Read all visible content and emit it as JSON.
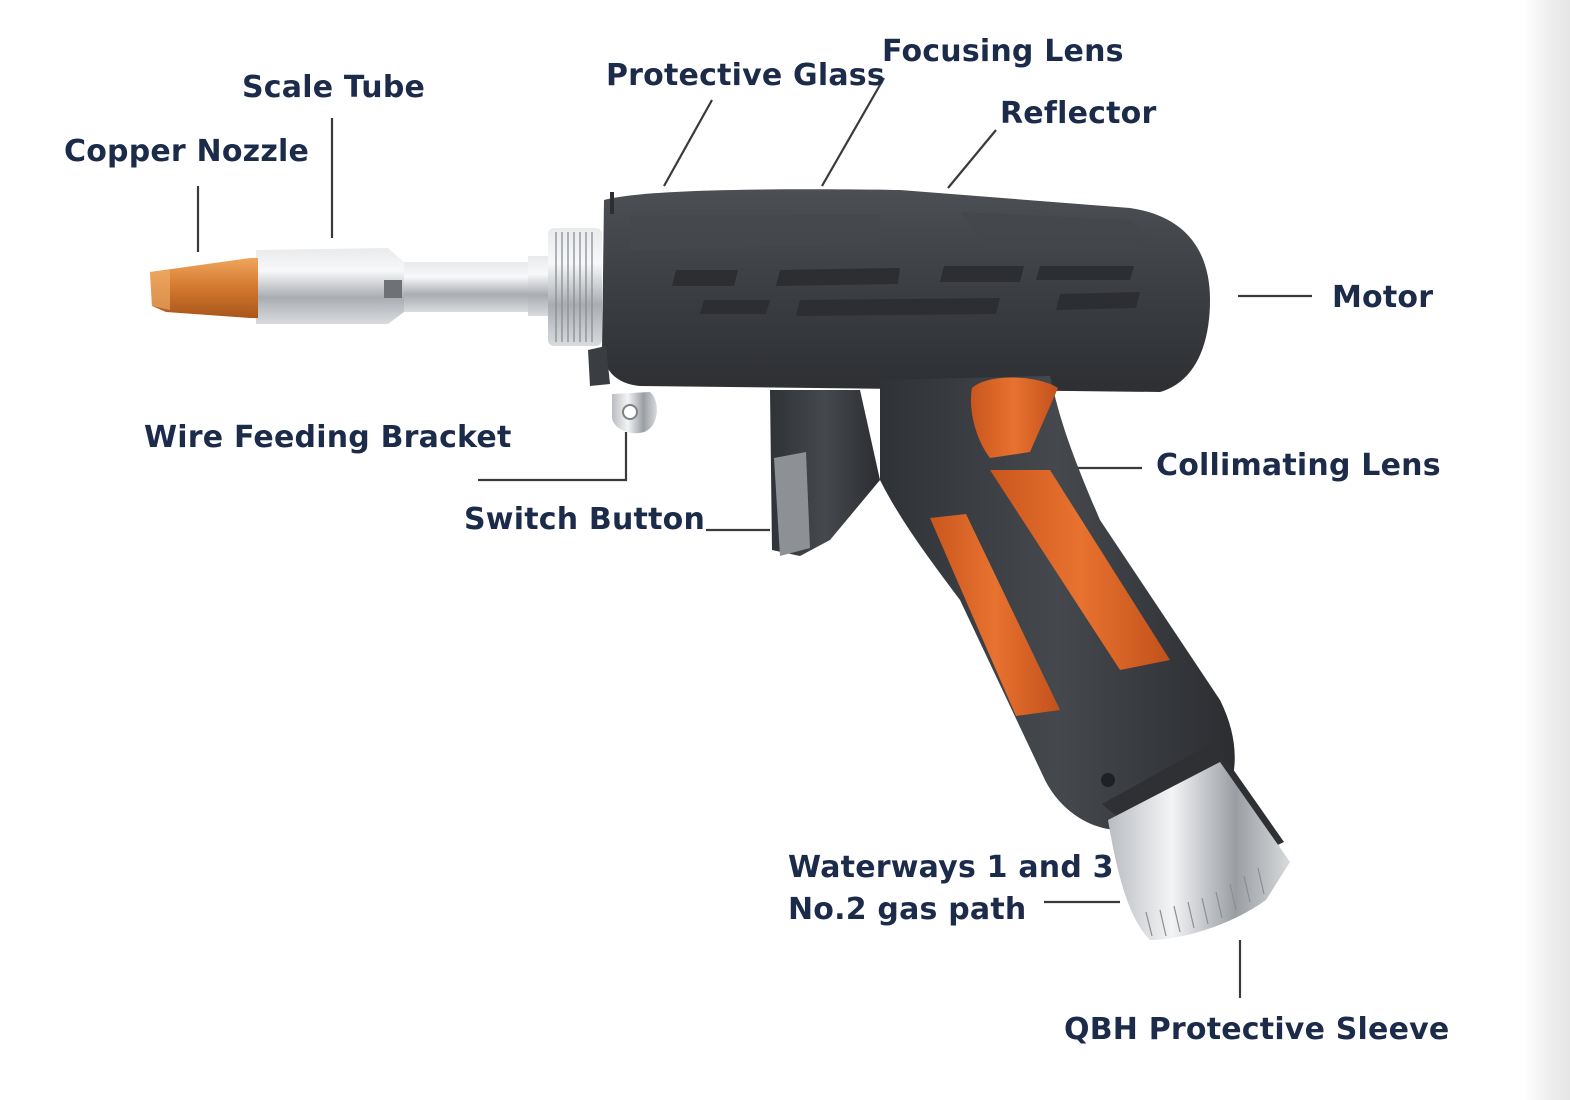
{
  "labels": {
    "copper_nozzle": "Copper Nozzle",
    "scale_tube": "Scale Tube",
    "protective_glass": "Protective Glass",
    "focusing_lens": "Focusing Lens",
    "reflector": "Reflector",
    "motor": "Motor",
    "wire_feeding_bracket": "Wire Feeding Bracket",
    "collimating_lens": "Collimating Lens",
    "switch_button": "Switch Button",
    "waterways_line1": "Waterways 1 and 3",
    "waterways_line2": "No.2 gas path",
    "qbh_protective_sleeve": "QBH Protective Sleeve"
  },
  "colors": {
    "label_text": "#1c2b4a",
    "leader_line": "#3a3a3a",
    "body_dark": "#3b3e42",
    "accent_orange": "#e06a2c",
    "copper": "#d2782e",
    "metal": "#c9ccd0"
  }
}
